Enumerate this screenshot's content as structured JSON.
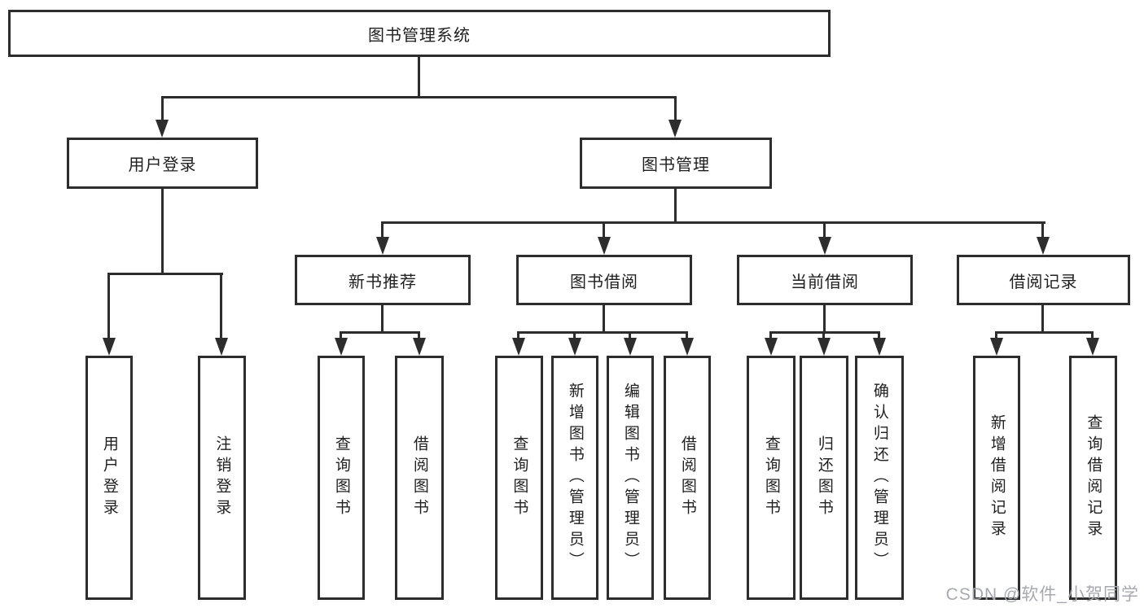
{
  "tree": {
    "root": "图书管理系统",
    "branches": [
      {
        "label": "用户登录",
        "children": [
          "用户登录",
          "注销登录"
        ]
      },
      {
        "label": "图书管理",
        "groups": [
          {
            "label": "新书推荐",
            "children": [
              "查询图书",
              "借阅图书"
            ]
          },
          {
            "label": "图书借阅",
            "children": [
              "查询图书",
              "新增图书（管理员）",
              "编辑图书（管理员）",
              "借阅图书"
            ]
          },
          {
            "label": "当前借阅",
            "children": [
              "查询图书",
              "归还图书",
              "确认归还（管理员）"
            ]
          },
          {
            "label": "借阅记录",
            "children": [
              "新增借阅记录",
              "查询借阅记录"
            ]
          }
        ]
      }
    ]
  },
  "watermark": "CSDN @软件_小贺同学",
  "colors": {
    "line": "#2d2d2d",
    "box_background": "#ffffff",
    "text": "#1f1f1f",
    "watermark": "#a6aab0"
  }
}
